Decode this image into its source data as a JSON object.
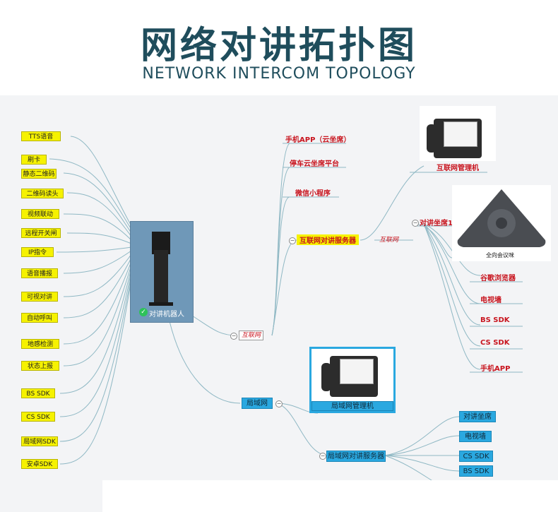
{
  "header": {
    "title": "网络对讲拓扑图",
    "subtitle": "NETWORK INTERCOM TOPOLOGY"
  },
  "robot": {
    "label": "对讲机器人"
  },
  "left_features": [
    "TTS语音",
    "刷卡",
    "静态二维码",
    "二维码读头",
    "视频联动",
    "远程开关闸",
    "IP指令",
    "语音播报",
    "可视对讲",
    "自动呼叫",
    "地感检测",
    "状态上报",
    "BS SDK",
    "CS SDK",
    "局域网SDK",
    "安卓SDK"
  ],
  "internet_branch": {
    "tag": "互联网",
    "items": [
      "手机APP（云坐席）",
      "停车云坐席平台",
      "微信小程序"
    ],
    "server": "互联网对讲服务器",
    "server_tag": "互联网",
    "mgmt_caption": "互联网管理机",
    "seat": "对讲坐席1",
    "speaker_caption": "全向会议咪",
    "outputs": [
      "谷歌浏览器",
      "电视墙",
      "BS SDK",
      "CS SDK",
      "手机APP"
    ]
  },
  "lan_branch": {
    "label": "局域网",
    "mgmt_caption": "局域网管理机",
    "server": "局域网对讲服务器",
    "outputs": [
      "对讲坐席",
      "电视墙",
      "CS SDK",
      "BS SDK"
    ]
  },
  "colors": {
    "title": "#1f4d5c",
    "feature_bg": "#f6f200",
    "red_text": "#c8141e",
    "blue_box": "#2aa8e0",
    "robot_box": "#6f98b8"
  }
}
